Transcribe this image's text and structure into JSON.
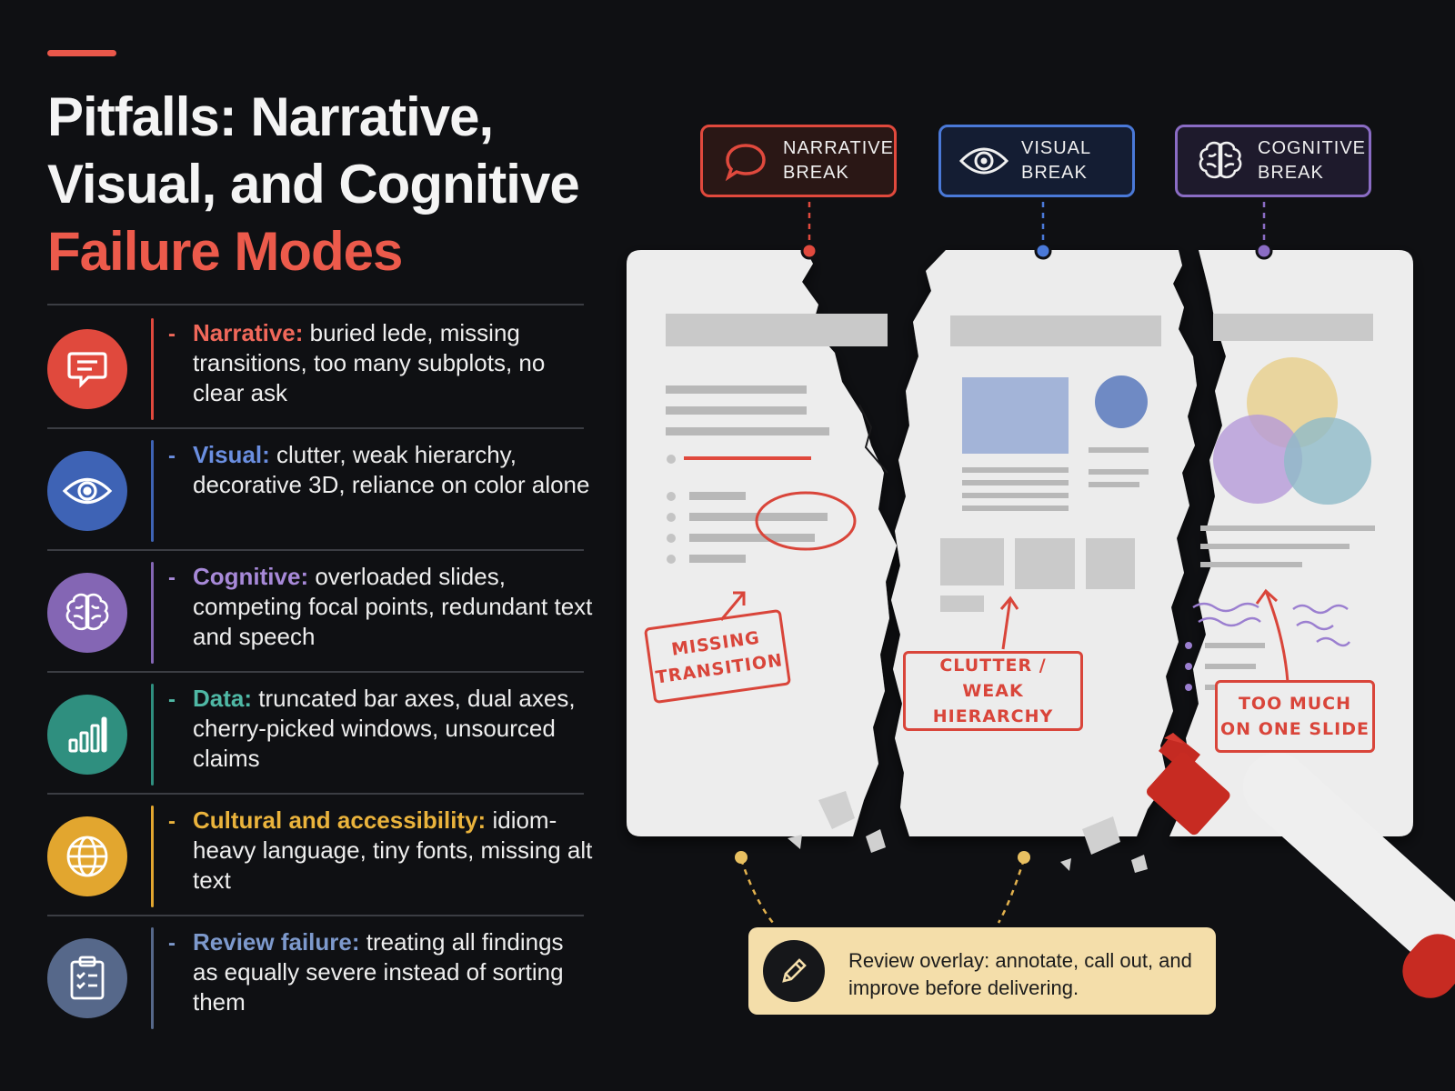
{
  "title": {
    "line1": "Pitfalls: Narrative,",
    "line2": "Visual, and Cognitive",
    "line3": "Failure Modes"
  },
  "colors": {
    "narrative": "#e0493d",
    "visual": "#3e63b5",
    "cognitive": "#8466b4",
    "data": "#2f8f7f",
    "cultural": "#e2a62f",
    "review": "#56688a",
    "background": "#0f1013"
  },
  "pitfalls": [
    {
      "icon": "speech-bubble-icon",
      "key": "Narrative:",
      "text": "buried lede, missing transitions, too many subplots, no clear ask",
      "color": "#e0493d",
      "text_color": "#f0685a"
    },
    {
      "icon": "eye-icon",
      "key": "Visual:",
      "text": "clutter, weak hierarchy, decorative 3D, reliance on color alone",
      "color": "#3e63b5",
      "text_color": "#6a8ee0"
    },
    {
      "icon": "brain-icon",
      "key": "Cognitive:",
      "text": "overloaded slides, competing focal points, redundant text and speech",
      "color": "#8466b4",
      "text_color": "#a789d8"
    },
    {
      "icon": "bar-chart-icon",
      "key": "Data:",
      "text": "truncated bar axes, dual axes, cherry-picked windows, unsourced claims",
      "color": "#2f8f7f",
      "text_color": "#4fb8a5"
    },
    {
      "icon": "globe-icon",
      "key": "Cultural and accessibility:",
      "text": "idiom-heavy language, tiny fonts, missing alt text",
      "color": "#e2a62f",
      "text_color": "#eab33c"
    },
    {
      "icon": "clipboard-icon",
      "key": "Review failure:",
      "text": "treating all findings as equally severe instead of sorting them",
      "color": "#56688a",
      "text_color": "#7d99cc"
    }
  ],
  "break_tags": [
    {
      "icon": "speech-bubble-icon",
      "label": "NARRATIVE\nBREAK",
      "color": "#e0493d",
      "fill": "#2a1715"
    },
    {
      "icon": "eye-icon",
      "label": "VISUAL\nBREAK",
      "color": "#4a79d8",
      "fill": "#141d33"
    },
    {
      "icon": "brain-icon",
      "label": "COGNITIVE\nBREAK",
      "color": "#8a6cc4",
      "fill": "#1e1a2c"
    }
  ],
  "callouts": [
    {
      "label": "MISSING\nTRANSITION"
    },
    {
      "label": "CLUTTER /\nWEAK HIERARCHY"
    },
    {
      "label": "TOO MUCH\nON ONE SLIDE"
    }
  ],
  "review_note": {
    "icon": "pencil-icon",
    "text": "Review overlay: annotate, call out, and improve before delivering."
  }
}
